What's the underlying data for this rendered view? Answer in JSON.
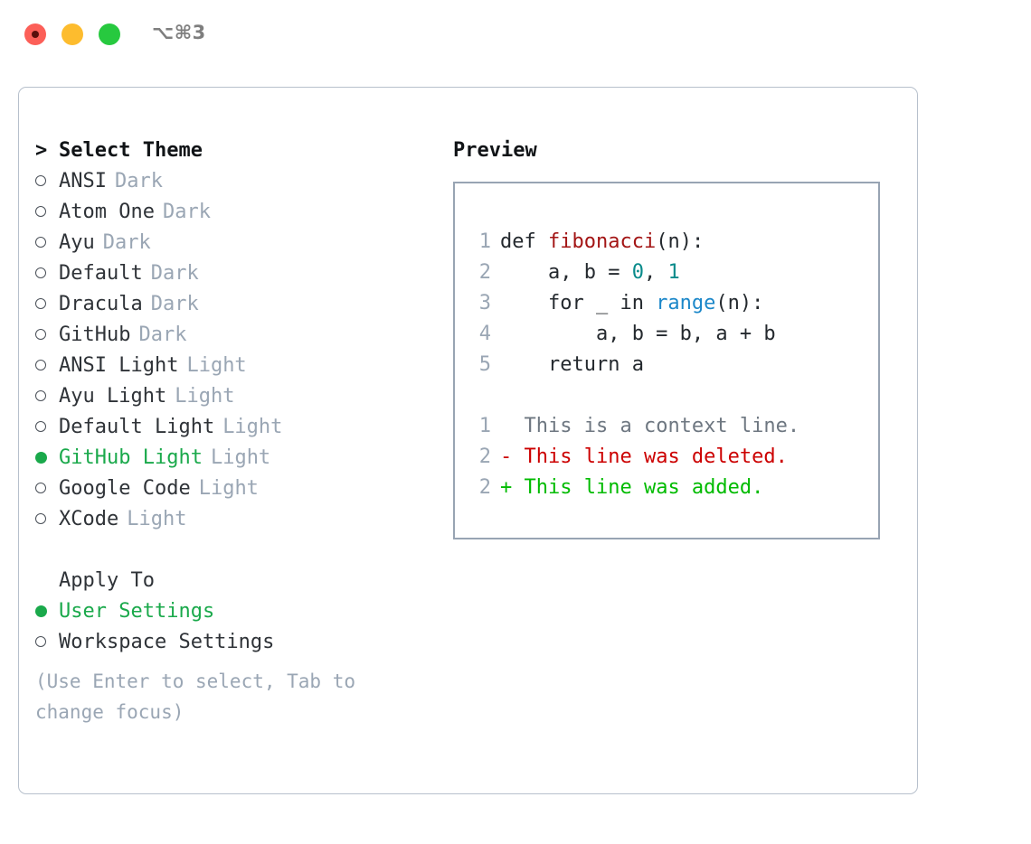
{
  "window": {
    "title": "⌥⌘3",
    "traffic_lights": [
      "close-red",
      "minimize-yellow",
      "maximize-green"
    ]
  },
  "left": {
    "heading_marker": ">",
    "heading": "Select Theme",
    "themes": [
      {
        "marker": "ring",
        "name": "ANSI",
        "variant": "Dark",
        "selected": false
      },
      {
        "marker": "ring",
        "name": "Atom One",
        "variant": "Dark",
        "selected": false
      },
      {
        "marker": "ring",
        "name": "Ayu",
        "variant": "Dark",
        "selected": false
      },
      {
        "marker": "ring",
        "name": "Default",
        "variant": "Dark",
        "selected": false
      },
      {
        "marker": "ring",
        "name": "Dracula",
        "variant": "Dark",
        "selected": false
      },
      {
        "marker": "ring",
        "name": "GitHub",
        "variant": "Dark",
        "selected": false
      },
      {
        "marker": "ring",
        "name": "ANSI Light",
        "variant": "Light",
        "selected": false
      },
      {
        "marker": "ring",
        "name": "Ayu Light",
        "variant": "Light",
        "selected": false
      },
      {
        "marker": "ring",
        "name": "Default Light",
        "variant": "Light",
        "selected": false
      },
      {
        "marker": "dot",
        "name": "GitHub Light",
        "variant": "Light",
        "selected": true
      },
      {
        "marker": "ring",
        "name": "Google Code",
        "variant": "Light",
        "selected": false
      },
      {
        "marker": "ring",
        "name": "XCode",
        "variant": "Light",
        "selected": false
      }
    ],
    "apply_to_heading": "Apply To",
    "apply_to": [
      {
        "marker": "dot",
        "name": "User Settings",
        "selected": true
      },
      {
        "marker": "ring",
        "name": "Workspace Settings",
        "selected": false
      }
    ],
    "hint": "(Use Enter to select, Tab to change focus)"
  },
  "preview": {
    "title": "Preview",
    "code_lines": [
      {
        "num": "1",
        "tokens": [
          {
            "text": "def ",
            "cls": "tok-def"
          },
          {
            "text": "fibonacci",
            "cls": "tok-fn"
          },
          {
            "text": "(n):",
            "cls": "tok-plain"
          }
        ]
      },
      {
        "num": "2",
        "tokens": [
          {
            "text": "    a, b = ",
            "cls": "tok-plain"
          },
          {
            "text": "0",
            "cls": "tok-num"
          },
          {
            "text": ", ",
            "cls": "tok-plain"
          },
          {
            "text": "1",
            "cls": "tok-num"
          }
        ]
      },
      {
        "num": "3",
        "tokens": [
          {
            "text": "    for _ in ",
            "cls": "tok-plain"
          },
          {
            "text": "range",
            "cls": "tok-builtin"
          },
          {
            "text": "(n):",
            "cls": "tok-plain"
          }
        ]
      },
      {
        "num": "4",
        "tokens": [
          {
            "text": "        a, b = b, a + b",
            "cls": "tok-plain"
          }
        ]
      },
      {
        "num": "5",
        "tokens": [
          {
            "text": "    return a",
            "cls": "tok-plain"
          }
        ]
      }
    ],
    "diff_lines": [
      {
        "num": "1",
        "sign": "  ",
        "text": "This is a context line.",
        "cls": "diff-ctx"
      },
      {
        "num": "2",
        "sign": "- ",
        "text": "This line was deleted.",
        "cls": "diff-del"
      },
      {
        "num": "2",
        "sign": "+ ",
        "text": "This line was added.",
        "cls": "diff-add"
      }
    ]
  },
  "colors": {
    "selected_green": "#1aa94b",
    "diff_added": "#00bb00",
    "diff_deleted": "#cc0000",
    "muted": "#9aa6b4",
    "keyword_fn": "#a31515",
    "number": "#098b8b",
    "builtin": "#1b87c9",
    "panel_border": "#b7c0cc",
    "preview_border": "#98a4b3"
  }
}
